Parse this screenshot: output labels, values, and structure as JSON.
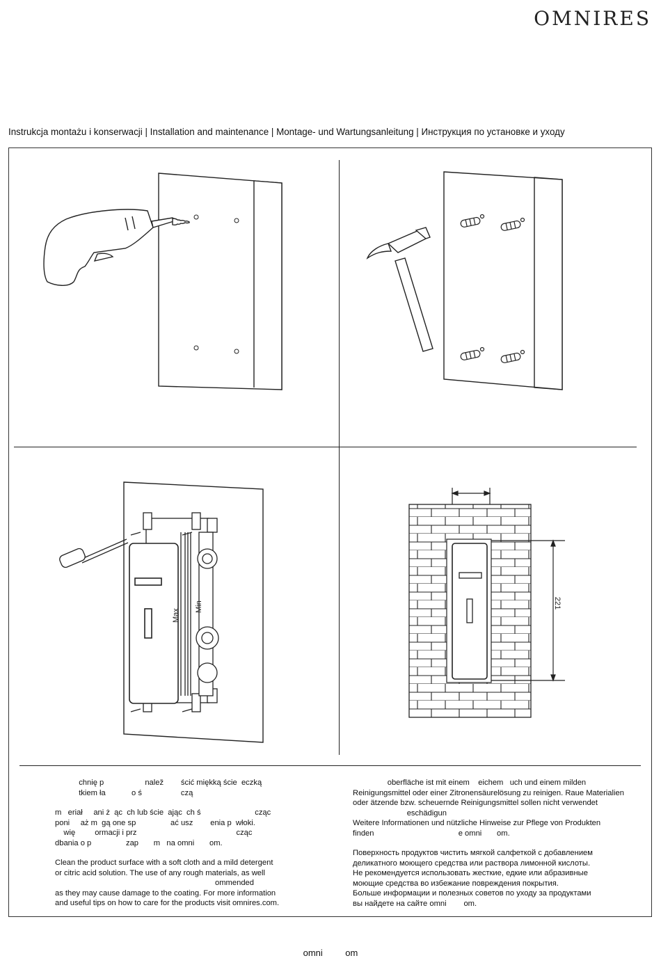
{
  "brand": "OMNIRES",
  "subtitle": "Instrukcja montażu i konserwacji | Installation and maintenance | Montage- und Wartungsanleitung | Инструкция по установке и уходу",
  "figures": {
    "step3": {
      "max_label": "Max",
      "min_label": "Min"
    },
    "step4": {
      "dimension": "221"
    }
  },
  "care_text": {
    "left": [
      "           chnię p                   nalež        ścić miękką ście  eczką",
      "           tkiem ła            o ś                  czą",
      "",
      "m   eriał     ani ż  ąc  ch lub ście  ając  ch ś                         cząc",
      "poni     aż m  gą one sp                ać usz        enia p  włoki.",
      "    wię         ormacji i prz                                              cząc",
      "dbania o p                zap       m   na omni       om.",
      "",
      "Clean the product surface with a soft cloth and a mild detergent",
      "or citric acid solution. The use of any rough materials, as well",
      "                                                                          ommended",
      "as they may cause damage to the coating. For more information",
      "and useful tips on how to care for the products visit omnires.com."
    ],
    "right": [
      "                oberfläche ist mit einem    eichem   uch und einem milden",
      "Reinigungsmittel oder einer Zitronensäurelösung zu reinigen. Raue Materialien",
      "oder ätzende bzw. scheuernde Reinigungsmittel sollen nicht verwendet",
      "                         eschädigun",
      "Weitere Informationen und nützliche Hinweise zur Pflege von Produkten",
      "finden                                       e omni       om.",
      "",
      "Поверхность продуктов чистить мягкой салфеткой с добавлением",
      "деликатного моющего средства или раствора лимонной кислоты.",
      "Не рекомендуется использовать жесткие, едкие или абразивные",
      "моющие средства во избежание повреждения покрытия.",
      "Больше информации и полезных советов по уходу за продуктами",
      "вы найдете на сайте omni        om."
    ]
  },
  "footer": "omni         om"
}
